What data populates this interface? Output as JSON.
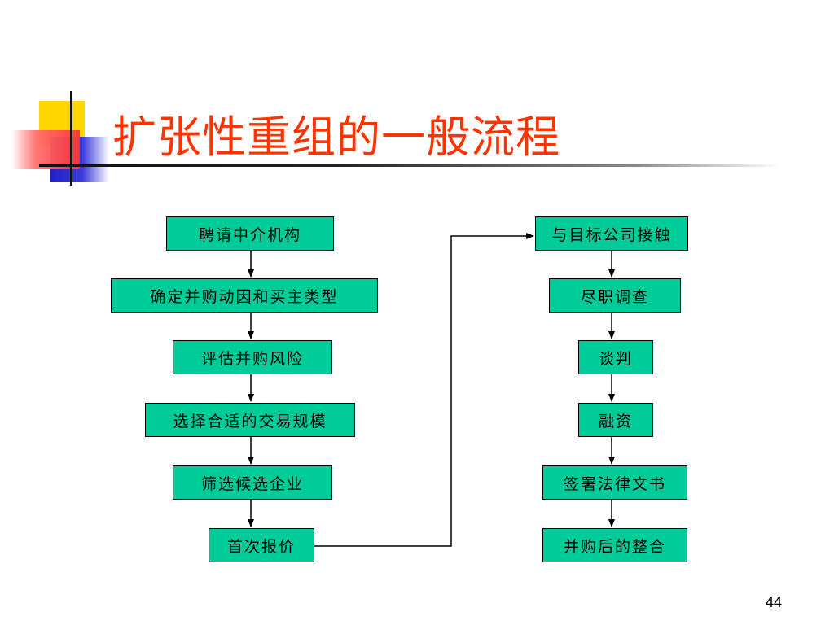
{
  "slide": {
    "title": "扩张性重组的一般流程",
    "page_number": "44"
  },
  "flow": {
    "left_steps": [
      "聘请中介机构",
      "确定并购动因和买主类型",
      "评估并购风险",
      "选择合适的交易规模",
      "筛选候选企业",
      "首次报价"
    ],
    "right_steps": [
      "与目标公司接触",
      "尽职调查",
      "谈判",
      "融资",
      "签署法律文书",
      "并购后的整合"
    ]
  },
  "colors": {
    "box_fill": "#00cc99",
    "title": "#ff3300"
  }
}
